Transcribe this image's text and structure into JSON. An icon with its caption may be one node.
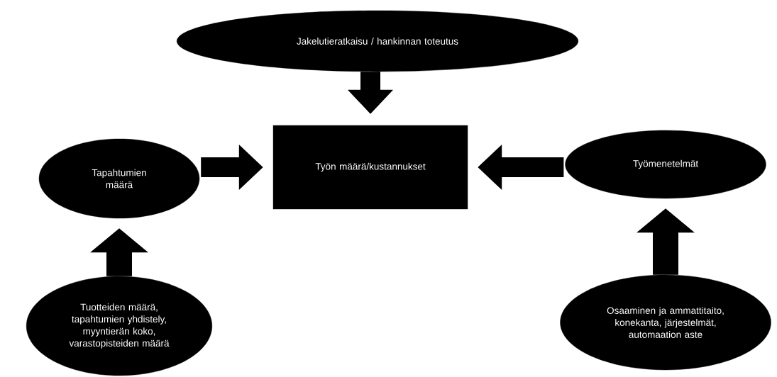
{
  "diagram": {
    "nodes": [
      {
        "text": [
          "Jakelutieratkaisu / hankinnan toteutus"
        ]
      },
      {
        "text": [
          "Tapahtumien määrä"
        ]
      },
      {
        "text": [
          "Työn määrä/kustannukset"
        ]
      },
      {
        "text": [
          "Työmenetelmät"
        ]
      },
      {
        "text": [
          "Tuotteiden määrä, tapahtumien yhdistely, myyntierän koko, varastopisteiden määrä"
        ]
      },
      {
        "text": [
          "Osaaminen ja ammattitaito, konekanta, järjestelmät, automaation aste"
        ]
      }
    ],
    "edges": [
      {
        "from": 0,
        "to": 2,
        "arrow": "to"
      },
      {
        "from": 1,
        "to": 2,
        "arrow": "to"
      },
      {
        "from": 3,
        "to": 2,
        "arrow": "to"
      },
      {
        "from": 4,
        "to": 1,
        "arrow": "to"
      },
      {
        "from": 5,
        "to": 3,
        "arrow": "to"
      }
    ]
  }
}
